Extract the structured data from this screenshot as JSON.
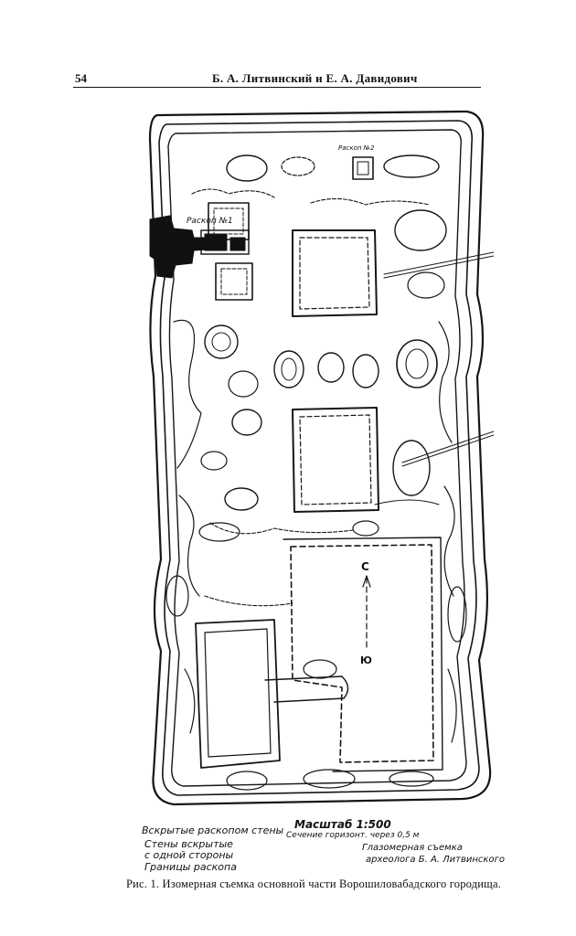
{
  "header": {
    "page_number": "54",
    "running_head": "Б. А. Литвинский и Е. А. Давидович"
  },
  "figure": {
    "labels": {
      "excavation_1": "Раскоп №1",
      "excavation_2": "Раскоп №2",
      "north": "С",
      "south": "Ю"
    },
    "legend": {
      "walls_opened": "Вскрытые раскопом стены",
      "walls_one_side_1": "Стены вскрытые",
      "walls_one_side_2": "с одной стороны",
      "excavation_bounds": "Границы раскопа",
      "scale": "Масштаб 1:500",
      "contour_interval": "Сечение горизонт. через 0,5 м",
      "survey_1": "Глазомерная съемка",
      "survey_2": "археолога Б. А. Литвинского"
    },
    "caption": "Рис. 1. Изомерная съемка основной части Ворошиловабадского городища."
  }
}
